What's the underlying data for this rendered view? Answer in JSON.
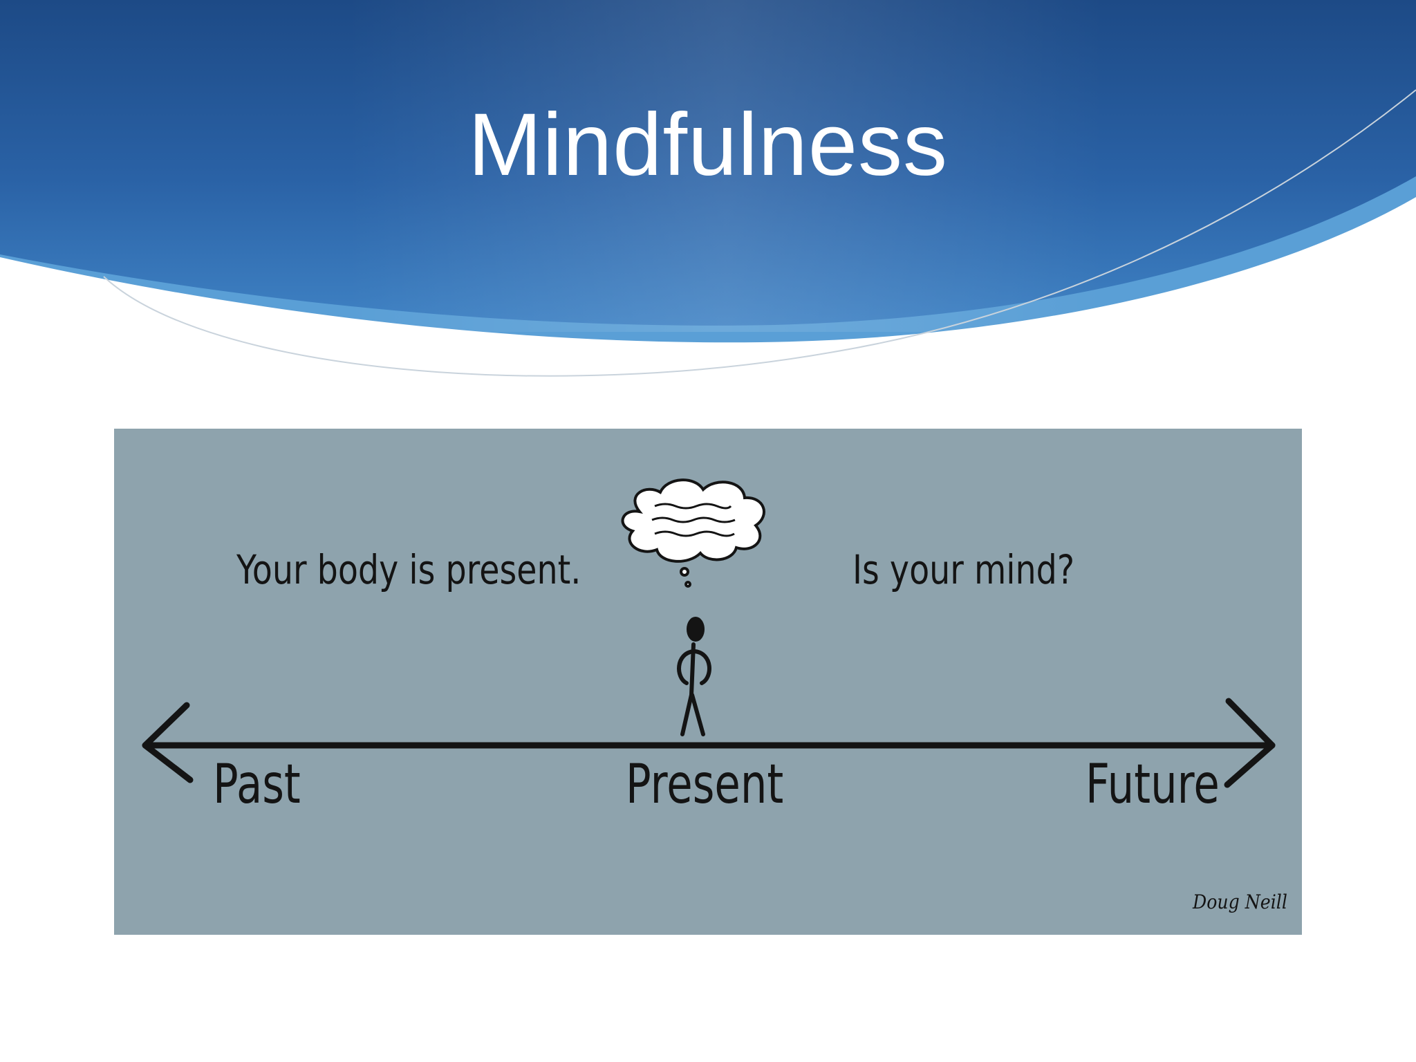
{
  "slide": {
    "title": "Mindfulness"
  },
  "illustration": {
    "caption_body": "Your body is present.",
    "caption_mind": "Is your mind?",
    "timeline": {
      "past": "Past",
      "present": "Present",
      "future": "Future"
    },
    "signature": "Doug Neill"
  },
  "colors": {
    "header_dark": "#1f4e8c",
    "header_light": "#3f7fc0",
    "illustration_bg": "#8ea3ad",
    "ink": "#141414"
  }
}
